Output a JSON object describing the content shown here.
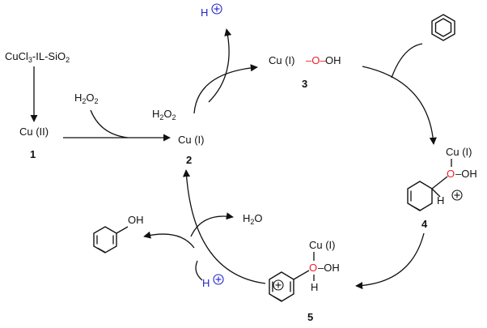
{
  "labels": {
    "catalyst": "CuCl3-IL-SiO2",
    "cu2": "Cu (II)",
    "cu1": "Cu (I)",
    "h2o2_top": "H2O2",
    "h2o2_inner": "H2O2",
    "h_plus_top": "H",
    "cu1_peroxo": "Cu (I)",
    "o_dash": "–O–",
    "oh": "OH",
    "cu1_int4": "Cu (I)",
    "o_int4": "O",
    "oh_int4": "–OH",
    "h_int4": "H",
    "cu1_int5": "Cu (I)",
    "o_int5": "O",
    "oh_int5": "–OH",
    "h_int5": "H",
    "phenol_oh": "OH",
    "h2o": "H2O",
    "h_plus_bottom": "H"
  },
  "numbers": {
    "n1": "1",
    "n2": "2",
    "n3": "3",
    "n4": "4",
    "n5": "5"
  },
  "colors": {
    "oxygen": "#e8202a",
    "proton": "#2222cc",
    "ink": "#111111"
  }
}
